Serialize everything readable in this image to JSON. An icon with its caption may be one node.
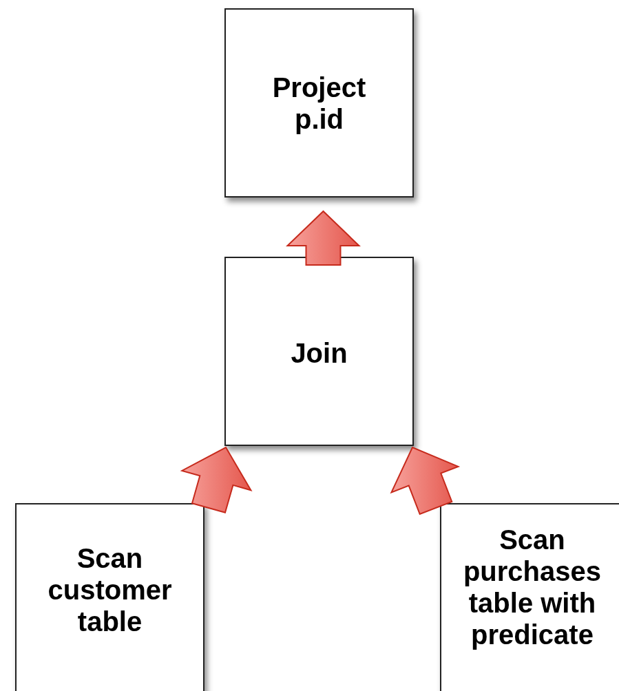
{
  "diagram": {
    "nodes": [
      {
        "text": [
          "Project p.id"
        ]
      },
      {
        "text": [
          "Join"
        ]
      },
      {
        "text": [
          "Scan customer table"
        ]
      },
      {
        "text": [
          "Scan purchases table with predicate"
        ]
      }
    ],
    "edges": [
      {
        "from": 1,
        "to": 0,
        "arrow": "to"
      },
      {
        "from": 2,
        "to": 1,
        "arrow": "to"
      },
      {
        "from": 3,
        "to": 1,
        "arrow": "to"
      }
    ]
  }
}
